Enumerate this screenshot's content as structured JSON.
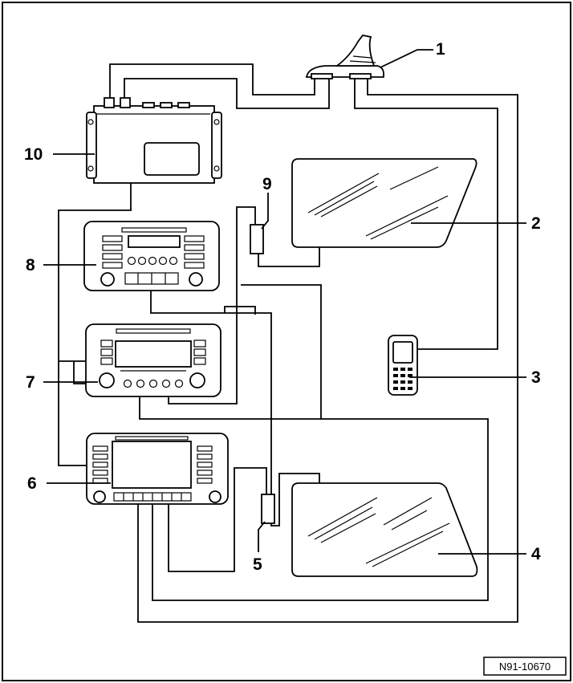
{
  "diagram": {
    "callouts": [
      "1",
      "2",
      "3",
      "4",
      "5",
      "6",
      "7",
      "8",
      "9",
      "10"
    ],
    "figure_code": "N91-10670"
  }
}
